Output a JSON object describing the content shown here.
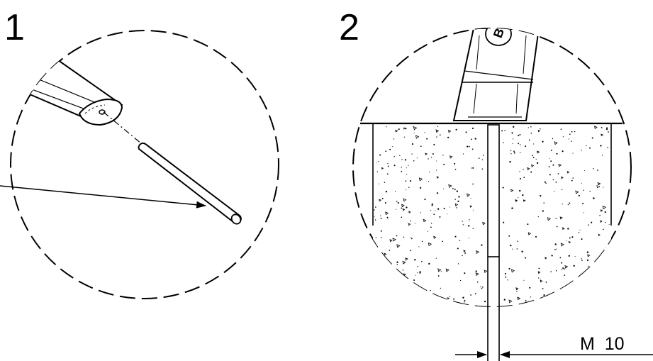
{
  "panels": [
    {
      "step_label": "1"
    },
    {
      "step_label": "2",
      "dimension_label": "M  10",
      "tool_marking": "B"
    }
  ],
  "colors": {
    "ink": "#000000",
    "paper": "#ffffff"
  }
}
